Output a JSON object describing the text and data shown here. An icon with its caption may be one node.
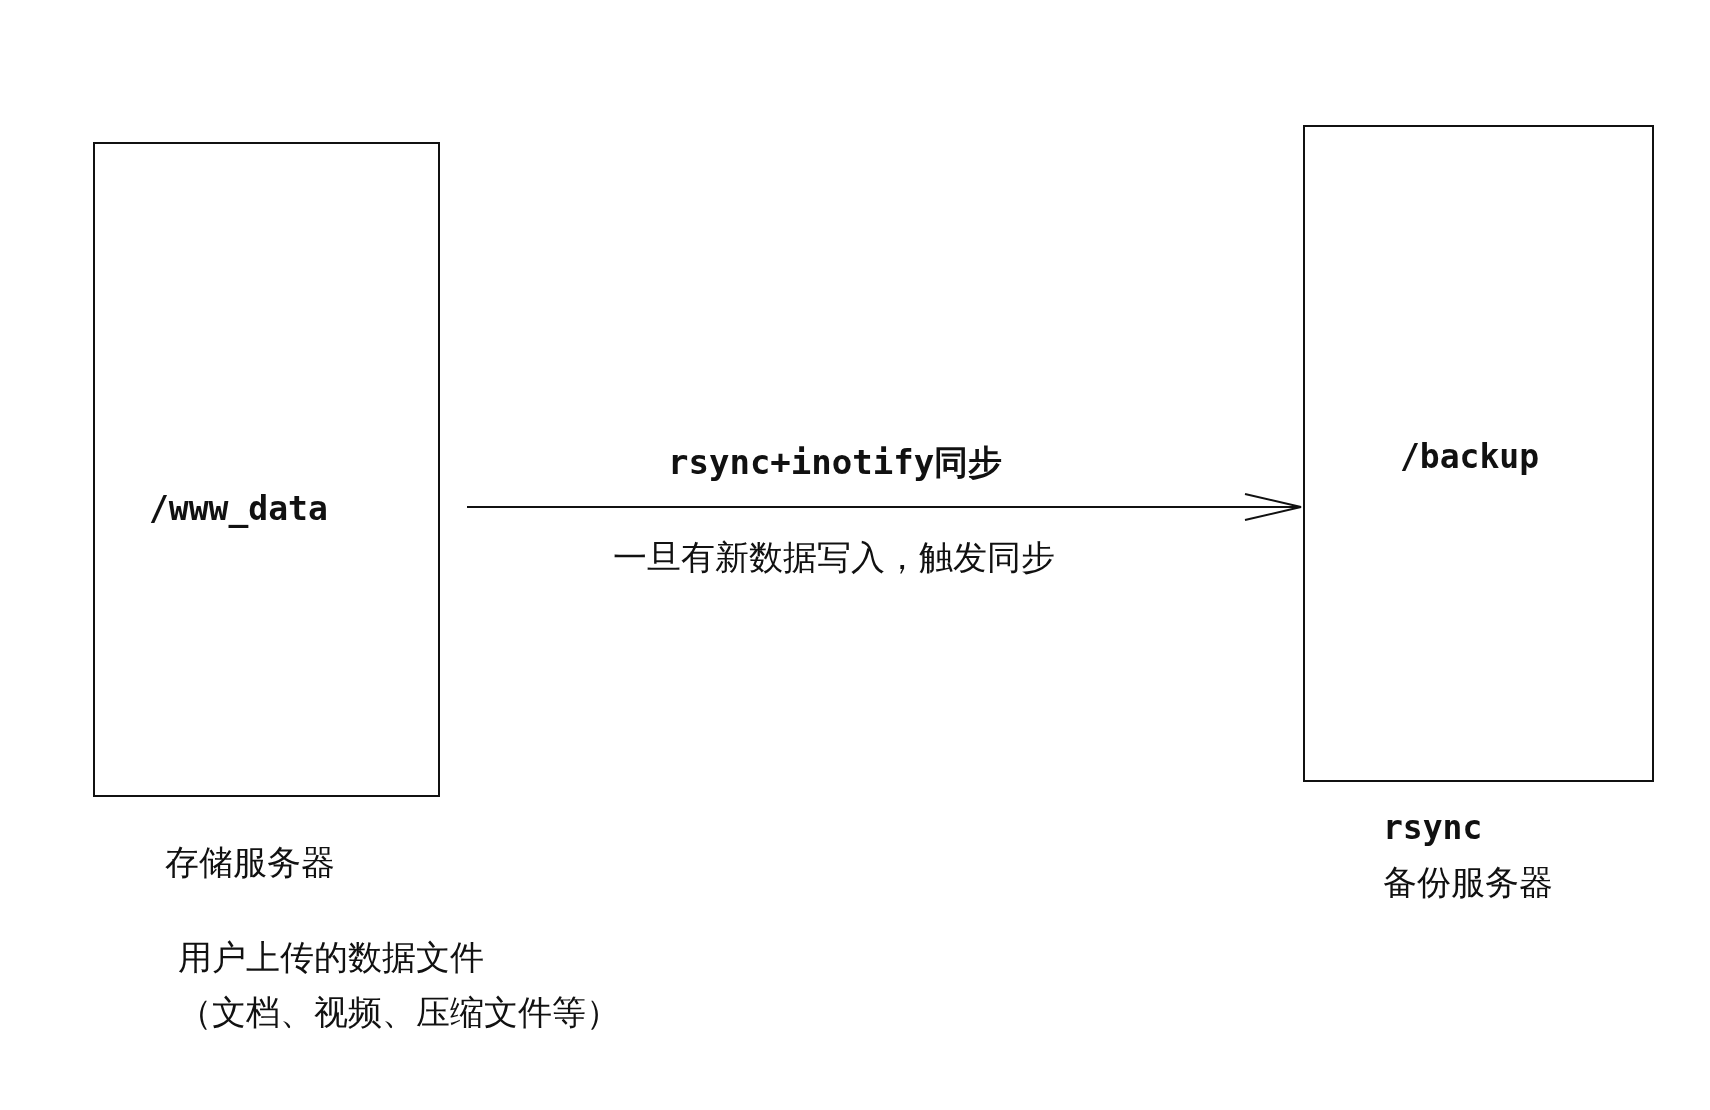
{
  "diagram": {
    "nodes": [
      {
        "text": [
          "/www_data"
        ],
        "beside": [
          "存储服务器",
          "用户上传的数据文件",
          "（文档、视频、压缩文件等）"
        ]
      },
      {
        "text": [
          "/backup"
        ],
        "beside": [
          "rsync",
          "备份服务器"
        ]
      }
    ],
    "edges": [
      {
        "from": 0,
        "to": 1,
        "arrow": "to",
        "label": "rsync+inotify同步"
      }
    ],
    "labels": [
      "一旦有新数据写入，触发同步"
    ]
  }
}
